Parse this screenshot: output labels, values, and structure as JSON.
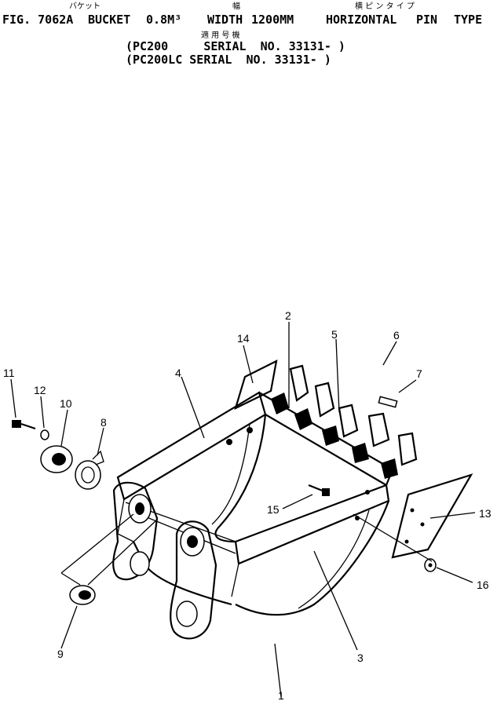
{
  "header": {
    "line1": {
      "fig": "FIG. 7062A",
      "bucket": "BUCKET",
      "capacity": "0.8M³",
      "width_label": "WIDTH",
      "width_value": "1200MM",
      "horizontal": "HORIZONTAL",
      "pin": "PIN",
      "type": "TYPE"
    },
    "kana": {
      "bucket": "バケット",
      "width": "幅",
      "horizontal_pin_type": "横 ピ ン タ イ プ",
      "applicable": "適 用 号 機"
    },
    "serial_lines": [
      "(PC200     SERIAL  NO. 33131- )",
      "(PC200LC SERIAL  NO. 33131- )"
    ]
  },
  "callouts": [
    "1",
    "2",
    "3",
    "4",
    "5",
    "6",
    "7",
    "8",
    "9",
    "10",
    "11",
    "12",
    "13",
    "14",
    "15",
    "16"
  ]
}
